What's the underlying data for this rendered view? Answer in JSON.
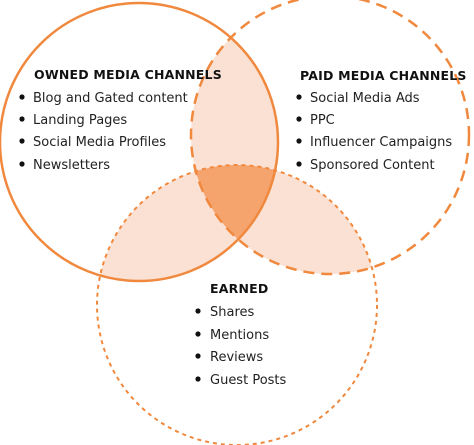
{
  "colors": {
    "stroke": "#F0883E",
    "light_overlap": "#FBE1D3",
    "center_overlap": "#F6A46E"
  },
  "owned": {
    "title": "OWNED MEDIA CHANNELS",
    "items": [
      "Blog and Gated content",
      "Landing Pages",
      "Social Media Profiles",
      "Newsletters"
    ]
  },
  "paid": {
    "title": "PAID MEDIA CHANNELS",
    "items": [
      "Social Media Ads",
      "PPC",
      "Influencer Campaigns",
      "Sponsored Content"
    ]
  },
  "earned": {
    "title": "EARNED",
    "items": [
      "Shares",
      "Mentions",
      "Reviews",
      "Guest Posts"
    ]
  }
}
